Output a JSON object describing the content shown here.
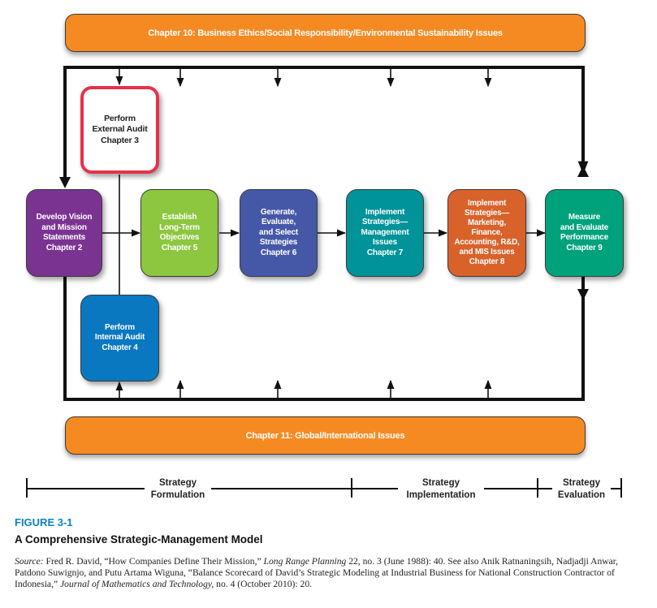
{
  "diagram": {
    "top_banner": "Chapter 10: Business Ethics/Social Responsibility/Environmental Sustainability Issues",
    "bottom_banner": "Chapter 11:  Global/International Issues",
    "boxes": [
      {
        "id": "external-audit",
        "label": "Perform\nExternal Audit\nChapter 3",
        "color": "#ffffff",
        "border": "#e8304a",
        "text_color": "#222222"
      },
      {
        "id": "vision-mission",
        "label": "Develop Vision\nand Mission\nStatements\nChapter 2",
        "color": "#7b3392",
        "text_color": "#ffffff"
      },
      {
        "id": "long-term-objectives",
        "label": "Establish\nLong-Term\nObjectives\nChapter 5",
        "color": "#8dc63f",
        "text_color": "#ffffff"
      },
      {
        "id": "generate-strategies",
        "label": "Generate,\nEvaluate,\nand Select\nStrategies\nChapter 6",
        "color": "#4558a8",
        "text_color": "#ffffff"
      },
      {
        "id": "implement-management",
        "label": "Implement\nStrategies—\nManagement\nIssues\nChapter 7",
        "color": "#00939a",
        "text_color": "#ffffff"
      },
      {
        "id": "implement-marketing",
        "label": "Implement\nStrategies—\nMarketing,\nFinance,\nAccounting, R&D,\nand MIS Issues\nChapter 8",
        "color": "#d9622b",
        "text_color": "#ffffff"
      },
      {
        "id": "measure-evaluate",
        "label": "Measure\nand Evaluate\nPerformance\nChapter 9",
        "color": "#00a27c",
        "text_color": "#ffffff"
      },
      {
        "id": "internal-audit",
        "label": "Perform\nInternal Audit\nChapter 4",
        "color": "#0a77c1",
        "text_color": "#ffffff"
      }
    ],
    "phases": [
      {
        "label": "Strategy\nFormulation"
      },
      {
        "label": "Strategy\nImplementation"
      },
      {
        "label": "Strategy\nEvaluation"
      }
    ]
  },
  "caption": {
    "figure_label": "FIGURE 3-1",
    "title": "A Comprehensive Strategic-Management Model",
    "source_prefix": "Source:",
    "source_part1": " Fred R. David, “How Companies Define Their Mission,” ",
    "source_journal1": "Long Range Planning",
    "source_part2": " 22, no. 3 (June 1988): 40. See also Anik Ratnaningsih, Nadjadji Anwar, Patdono Suwignjo, and Putu Artama Wiguna, “Balance Scorecard of David’s Strategic Modeling at Industrial Business for National Construction Contractor of Indonesia,” ",
    "source_journal2": "Journal of Mathematics and Technology,",
    "source_part3": " no. 4 (October 2010): 20."
  },
  "colors": {
    "banner": "#f58a23",
    "figure_label": "#0b82c4"
  }
}
